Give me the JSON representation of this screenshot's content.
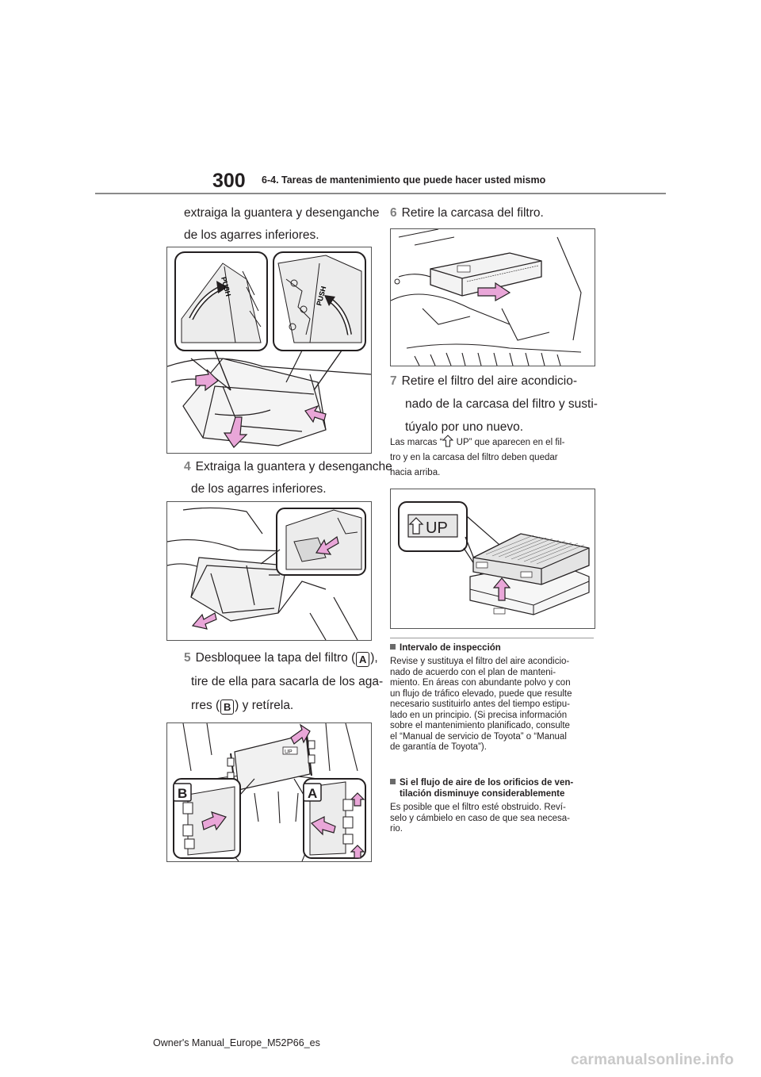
{
  "header": {
    "page_number": "300",
    "section": "6-4. Tareas de mantenimiento que puede hacer usted mismo"
  },
  "left_column": {
    "intro_line1": "extraiga la guantera y desenganche",
    "intro_line2": "de los agarres inferiores.",
    "step4": {
      "number": "4",
      "line1": "Extraiga la guantera y desenganche",
      "line2": "de los agarres inferiores."
    },
    "step5": {
      "number": "5",
      "line1_pre": "Desbloquee la tapa del filtro (",
      "badge_a": "A",
      "line1_post": "),",
      "line2": "tire de ella para sacarla de los aga-",
      "line3_pre": "rres (",
      "badge_b": "B",
      "line3_post": ") y retírela."
    },
    "fig1": {
      "push_left": "PUSH",
      "push_right": "PUSH"
    },
    "fig3": {
      "label_b": "B",
      "label_a": "A",
      "up_mark": "UP"
    }
  },
  "right_column": {
    "step6": {
      "number": "6",
      "text": "Retire la carcasa del filtro."
    },
    "step7": {
      "number": "7",
      "line1": "Retire el filtro del aire acondicio-",
      "line2": "nado de la carcasa del filtro y susti-",
      "line3": "túyalo por uno nuevo."
    },
    "note": {
      "line1_pre": "Las marcas “",
      "line1_post": " UP” que aparecen en el fil-",
      "line2": "tro y en la carcasa del filtro deben quedar",
      "line3": "hacia arriba."
    },
    "fig_up_label": "UP",
    "inspection": {
      "title": "Intervalo de inspección",
      "lines": [
        "Revise y sustituya el filtro del aire acondicio-",
        "nado de acuerdo con el plan de manteni-",
        "miento. En áreas con abundante polvo y con",
        "un flujo de tráfico elevado, puede que resulte",
        "necesario sustituirlo antes del tiempo estipu-",
        "lado en un principio. (Si precisa información",
        "sobre el mantenimiento planificado, consulte",
        "el “Manual de servicio de Toyota” o “Manual",
        "de garantía de Toyota”)."
      ]
    },
    "airflow": {
      "title_line1": "Si el flujo de aire de los orificios de ven-",
      "title_line2": "tilación disminuye considerablemente",
      "lines": [
        "Es posible que el filtro esté obstruido. Reví-",
        "selo y cámbielo en caso de que sea necesa-",
        "rio."
      ]
    }
  },
  "footer": {
    "text": "Owner's Manual_Europe_M52P66_es"
  },
  "watermark": {
    "text": "carmanualsonline.info"
  },
  "colors": {
    "arrow_pink": "#e9a6d8",
    "arrow_stroke": "#231f20",
    "rule_gray": "#8a8a8a",
    "step_gray": "#808080"
  }
}
